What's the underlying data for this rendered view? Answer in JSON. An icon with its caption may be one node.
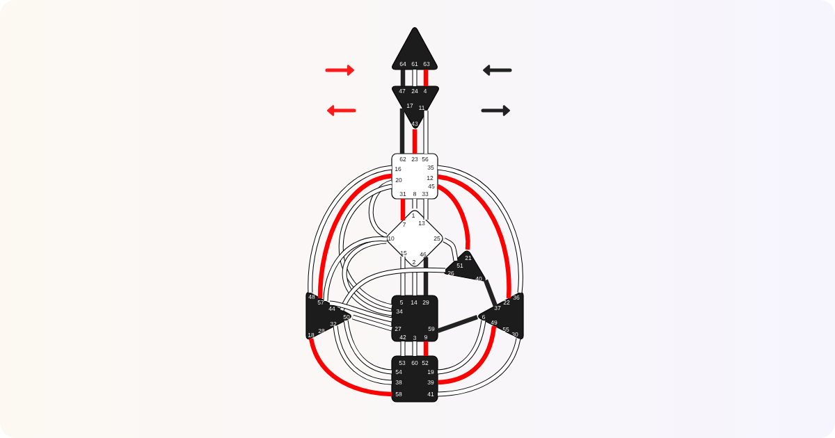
{
  "diagram": {
    "nodes": [
      {
        "text": [
          "64",
          "61",
          "63"
        ]
      },
      {
        "text": [
          "47",
          "24",
          "4",
          "17",
          "11",
          "43"
        ]
      },
      {
        "text": [
          "62",
          "23",
          "56",
          "16",
          "35",
          "20",
          "12",
          "45",
          "31",
          "8",
          "33"
        ]
      },
      {
        "text": [
          "1",
          "7",
          "13",
          "10",
          "25",
          "15",
          "46",
          "2"
        ]
      },
      {
        "text": [
          "21",
          "51",
          "26",
          "40"
        ]
      },
      {
        "text": [
          "5",
          "14",
          "29",
          "34",
          "27",
          "59",
          "42",
          "3",
          "9"
        ]
      },
      {
        "text": [
          "48",
          "57",
          "44",
          "50",
          "32",
          "28",
          "18"
        ]
      },
      {
        "text": [
          "36",
          "22",
          "37",
          "6",
          "49",
          "55",
          "30"
        ]
      },
      {
        "text": [
          "53",
          "60",
          "52",
          "54",
          "19",
          "38",
          "39",
          "58",
          "41"
        ]
      }
    ],
    "edges": [
      {
        "from": 0,
        "to": 1,
        "arrow": "none",
        "color": "#222222"
      },
      {
        "from": 0,
        "to": 1,
        "arrow": "none"
      },
      {
        "from": 0,
        "to": 1,
        "arrow": "none",
        "color": "#ff0000"
      },
      {
        "from": 1,
        "to": 2,
        "arrow": "none",
        "color": "#222222"
      },
      {
        "from": 1,
        "to": 2,
        "arrow": "none",
        "color": "#ff0000"
      },
      {
        "from": 1,
        "to": 2,
        "arrow": "none"
      },
      {
        "from": 2,
        "to": 3,
        "arrow": "none",
        "color": "#ff0000"
      },
      {
        "from": 2,
        "to": 3,
        "arrow": "none"
      },
      {
        "from": 2,
        "to": 3,
        "arrow": "none"
      },
      {
        "from": 2,
        "to": 3,
        "arrow": "none"
      },
      {
        "from": 2,
        "to": 6,
        "arrow": "none"
      },
      {
        "from": 2,
        "to": 6,
        "arrow": "none",
        "color": "#ff0000"
      },
      {
        "from": 2,
        "to": 5,
        "arrow": "none"
      },
      {
        "from": 2,
        "to": 4,
        "arrow": "none",
        "color": "#ff0000"
      },
      {
        "from": 2,
        "to": 7,
        "arrow": "none"
      },
      {
        "from": 2,
        "to": 7,
        "arrow": "none",
        "color": "#ff0000"
      },
      {
        "from": 3,
        "to": 5,
        "arrow": "none"
      },
      {
        "from": 3,
        "to": 5,
        "arrow": "none"
      },
      {
        "from": 3,
        "to": 5,
        "arrow": "none",
        "color": "#222222"
      },
      {
        "from": 3,
        "to": 5,
        "arrow": "none"
      },
      {
        "from": 3,
        "to": 6,
        "arrow": "none"
      },
      {
        "from": 3,
        "to": 4,
        "arrow": "none"
      },
      {
        "from": 4,
        "to": 6,
        "arrow": "none"
      },
      {
        "from": 4,
        "to": 7,
        "arrow": "none",
        "color": "#222222"
      },
      {
        "from": 5,
        "to": 6,
        "arrow": "none"
      },
      {
        "from": 5,
        "to": 6,
        "arrow": "none"
      },
      {
        "from": 5,
        "to": 7,
        "arrow": "none",
        "color": "#222222"
      },
      {
        "from": 5,
        "to": 8,
        "arrow": "none"
      },
      {
        "from": 5,
        "to": 8,
        "arrow": "none"
      },
      {
        "from": 5,
        "to": 8,
        "arrow": "none",
        "color": "#ff0000"
      },
      {
        "from": 6,
        "to": 8,
        "arrow": "none"
      },
      {
        "from": 6,
        "to": 8,
        "arrow": "none"
      },
      {
        "from": 6,
        "to": 8,
        "arrow": "none",
        "color": "#ff0000"
      },
      {
        "from": 7,
        "to": 8,
        "arrow": "none"
      },
      {
        "from": 7,
        "to": 8,
        "arrow": "none",
        "color": "#ff0000"
      },
      {
        "from": 7,
        "to": 8,
        "arrow": "none"
      }
    ]
  }
}
